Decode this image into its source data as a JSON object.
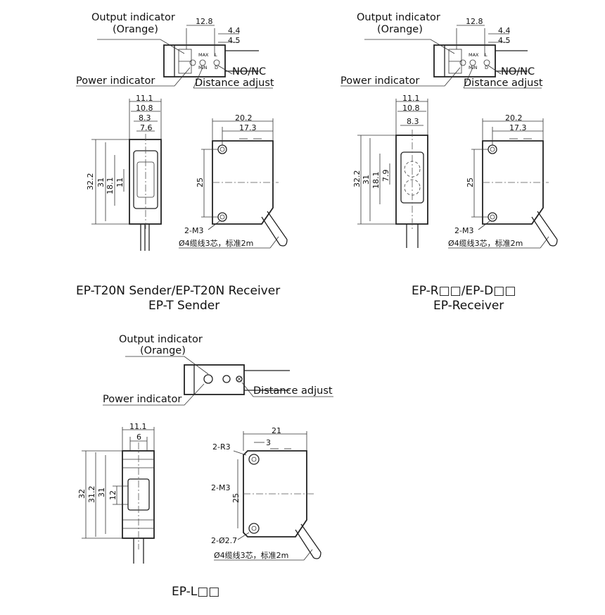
{
  "diagrams": {
    "top_left": {
      "side_view": {
        "output_indicator": "Output indicator",
        "output_color": "(Orange)",
        "power_indicator": "Power indicator",
        "distance_adjust": "Distance adjust",
        "dims": [
          "12.8",
          "4.4",
          "4.5"
        ],
        "knob_labels": {
          "max": "MAX",
          "min": "MIN",
          "l": "L",
          "d": "D"
        }
      },
      "front_view": {
        "top_dims": [
          "11.1",
          "10.8",
          "8.3",
          "7.6"
        ],
        "left_dims": [
          "32.2",
          "31",
          "18.1",
          "11"
        ]
      },
      "right_view": {
        "top_dims": [
          "20.2",
          "17.3"
        ],
        "height_dim": "25",
        "screw": "2-M3",
        "cable": "Ø4缆线3芯，标准2m"
      },
      "caption": [
        "EP-T20N Sender/EP-T20N Receiver",
        "EP-T Sender"
      ]
    },
    "top_right": {
      "side_view": {
        "output_indicator": "Output indicator",
        "output_color": "(Orange)",
        "power_indicator": "Power indicator",
        "distance_adjust": "Distance adjust",
        "nonc_label": "NO/NC",
        "dims": [
          "12.8",
          "4.4",
          "4.5"
        ],
        "knob_labels": {
          "max": "MAX",
          "min": "MIN",
          "l": "L",
          "d": "D"
        }
      },
      "front_view": {
        "top_dims": [
          "11.1",
          "10.8",
          "8.3"
        ],
        "left_dims": [
          "32.2",
          "31",
          "18.1",
          "7.9"
        ]
      },
      "right_view": {
        "top_dims": [
          "20.2",
          "17.3"
        ],
        "height_dim": "25",
        "screw": "2-M3",
        "cable": "Ø4缆线3芯，标准2m"
      },
      "caption": [
        "EP-R□□/EP-D□□",
        "EP-Receiver"
      ]
    },
    "bottom_left": {
      "side_view": {
        "output_indicator": "Output indicator",
        "output_color": "(Orange)",
        "power_indicator": "Power indicator",
        "distance_adjust": "Distance adjust"
      },
      "front_view": {
        "top_dims": [
          "11.1",
          "6"
        ],
        "left_dims": [
          "32",
          "31.2",
          "31",
          "12"
        ]
      },
      "right_view": {
        "top_dims": [
          "21",
          "3"
        ],
        "radius": "2-R3",
        "screw": "2-M3",
        "height_dim": "25",
        "hole": "2-Ø2.7",
        "cable": "Ø4缆线3芯，标准2m"
      },
      "caption": [
        "EP-L□□"
      ]
    },
    "top_left_nonc": "NO/NC"
  }
}
